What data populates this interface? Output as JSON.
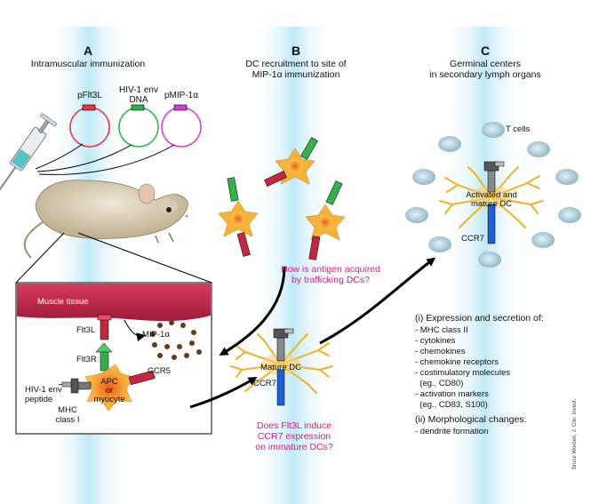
{
  "panels": {
    "a": {
      "letter": "A",
      "title": "Intramuscular immunization"
    },
    "b": {
      "letter": "B",
      "title_line1": "DC recruitment to site of",
      "title_line2": "MIP-1α immunization"
    },
    "c": {
      "letter": "C",
      "title_line1": "Germinal centers",
      "title_line2": "in secondary lymph organs"
    }
  },
  "plasmids": [
    {
      "label_line1": "pFlt3L",
      "label_line2": "",
      "color": "#e8343a"
    },
    {
      "label_line1": "HIV-1 env",
      "label_line2": "DNA",
      "color": "#2bb34a"
    },
    {
      "label_line1": "pMIP-1α",
      "label_line2": "",
      "color": "#d23fc8"
    }
  ],
  "inset": {
    "muscle_tissue": "Muscle tissue",
    "flt3l": "Flt3L",
    "flt3r": "Flt3R",
    "mip": "MIP-1α",
    "apc_line1": "APC",
    "apc_line2": "or",
    "apc_line3": "myocyte",
    "ccr5": "CCR5",
    "hiv_peptide_line1": "HIV-1 env",
    "hiv_peptide_line2": "peptide",
    "mhc_line1": "MHC",
    "mhc_line2": "class I"
  },
  "panel_b": {
    "question1_line1": "How is antigen acquired",
    "question1_line2": "by trafficking DCs?",
    "mature_dc": "Mature DC",
    "ccr7": "CCR7",
    "question2_line1": "Does Flt3L induce",
    "question2_line2": "CCR7 expression",
    "question2_line3": "on immature DCs?"
  },
  "panel_c": {
    "t_cells": "T cells",
    "activated_line1": "Activated and",
    "activated_line2": "mature DC",
    "ccr7": "CCR7",
    "list_heading1": "(i) Expression and secretion of:",
    "list_items": [
      "- MHC class II",
      "- cytokines",
      "- chemokines",
      "- chemokine receptors",
      "- costimulatory molecules",
      "  (eg., CD80)",
      "- activation markers",
      "  (eg., CD83, S100)"
    ],
    "list_heading2": "(ii) Morphological changes:",
    "list_items2": [
      "- dendrite formation"
    ]
  },
  "credit": "Bruce Worden, J. Clin. Invest.",
  "colors": {
    "column_glow": "#bfe9f8",
    "plasmid_flt3l": "#e8343a",
    "plasmid_env": "#2bb34a",
    "plasmid_mip": "#d23fc8",
    "dc_body": "#f6b33a",
    "dc_core": "#f07a2a",
    "receptor_red": "#c4283f",
    "receptor_green": "#35b04c",
    "ccr7_blue": "#1f5fd1",
    "muscle": "#c0264a",
    "tcell": "#aac9d6",
    "question_text": "#e0168f",
    "mip_dots": "#6b3a12"
  },
  "icons": [
    "syringe-icon",
    "mouse-icon",
    "dendritic-cell-icon",
    "t-cell-icon",
    "mhc-molecule-icon"
  ]
}
